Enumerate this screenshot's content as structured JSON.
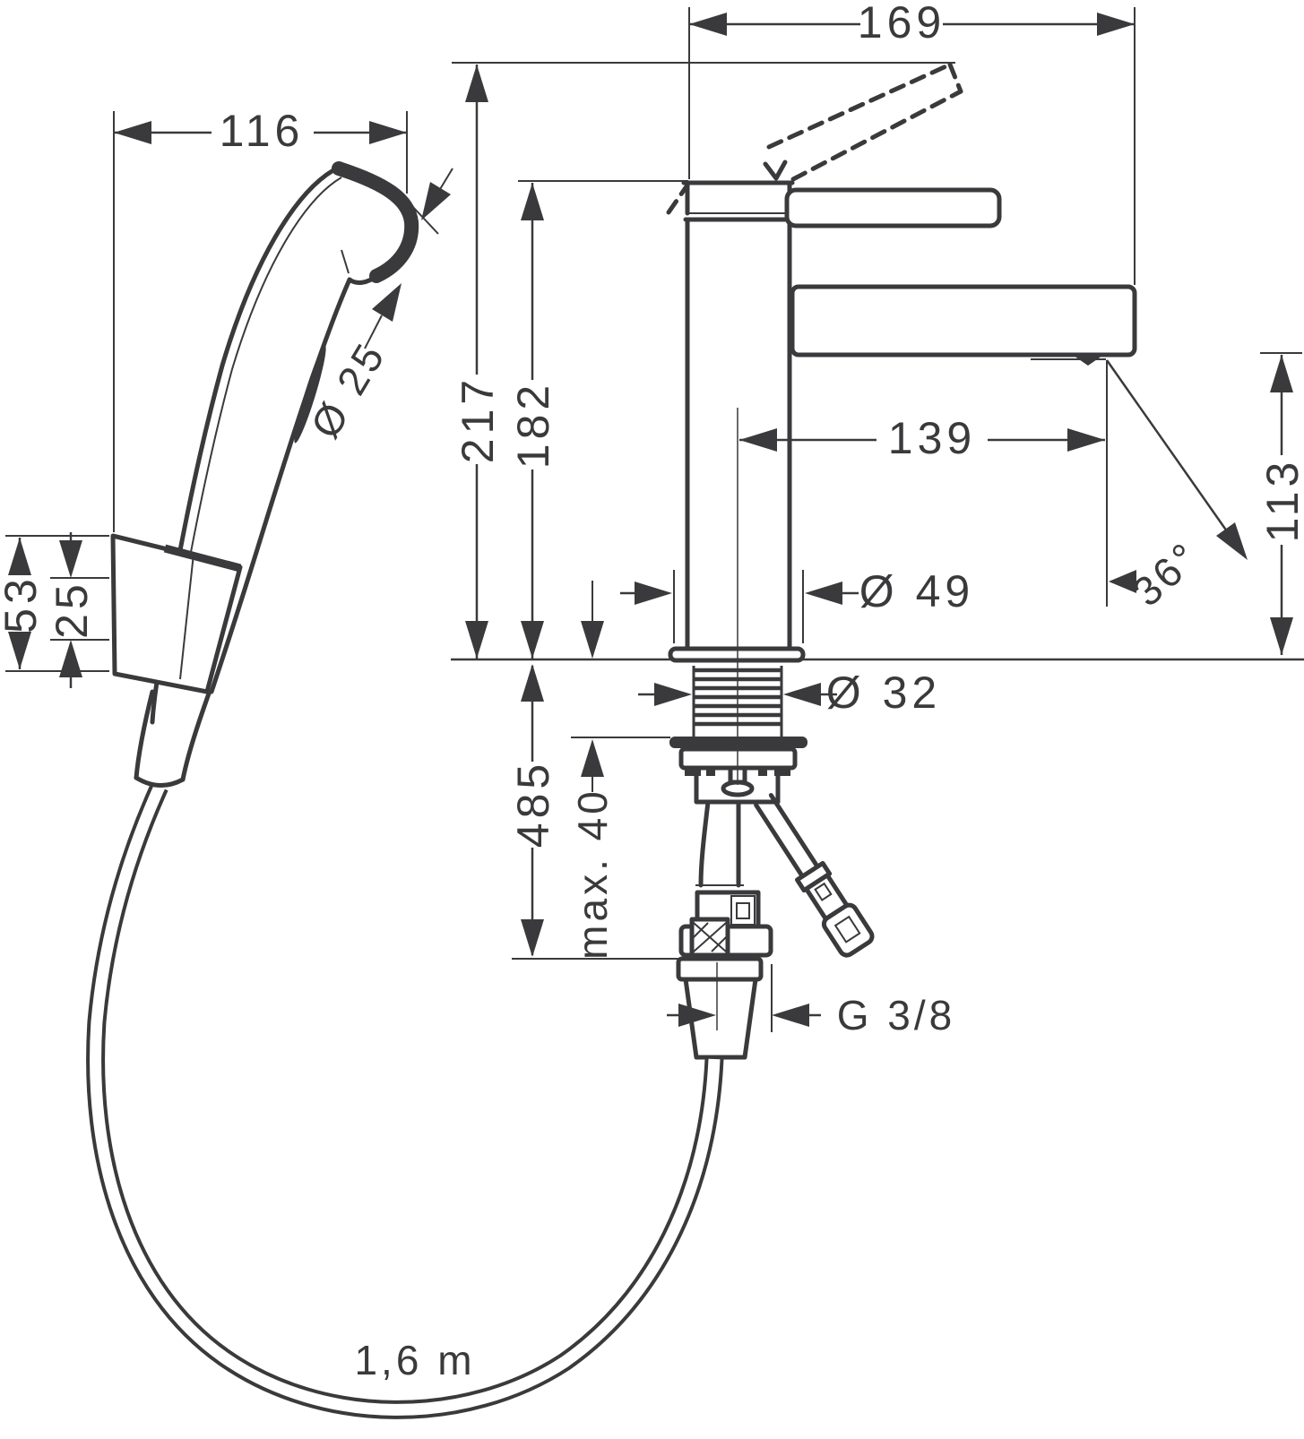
{
  "drawing": {
    "type": "technical-dimension-drawing",
    "subject": "single-lever basin mixer with hand (bidet) spray, holder and hose",
    "ink_color": "#3a3a3c",
    "background": "#ffffff"
  },
  "labels": {
    "spout_reach": "169",
    "handspray_length": "116",
    "total_height": "217",
    "body_height": "182",
    "spout_projection": "139",
    "outlet_height": "113",
    "stream_angle": "36°",
    "base_diameter": "Ø 49",
    "shank_diameter": "Ø 32",
    "handspray_diameter": "Ø 25",
    "holder_height": "53",
    "holder_offset": "25",
    "connection_length": "485",
    "max_deck_thickness": "max. 40",
    "hose_thread": "G 3/8",
    "hose_length": "1,6 m"
  }
}
